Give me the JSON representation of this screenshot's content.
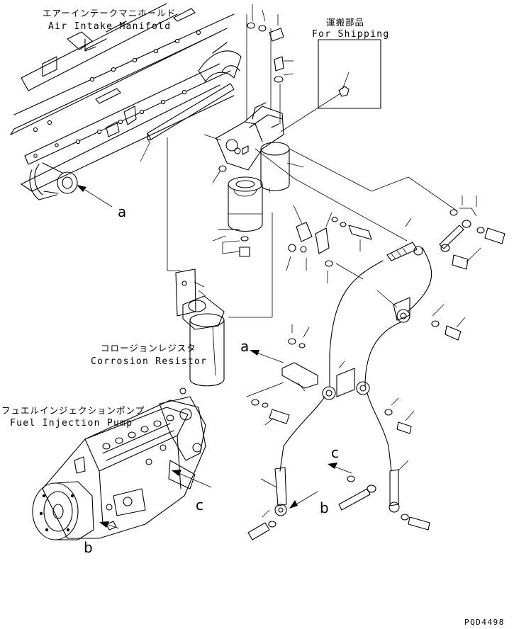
{
  "labels": {
    "air_intake_jp": "エアーインテークマニホールド",
    "air_intake_en": "Air Intake Manifold",
    "shipping_jp": "運搬部品",
    "shipping_en": "For Shipping",
    "corrosion_jp": "コロージョンレジスタ",
    "corrosion_en": "Corrosion Resistor",
    "pump_jp": "フュエルインジェクションポンプ",
    "pump_en": "Fuel Injection Pump"
  },
  "refs": {
    "a": "a",
    "b": "b",
    "c": "c"
  },
  "drawing_code": "PQD4498"
}
